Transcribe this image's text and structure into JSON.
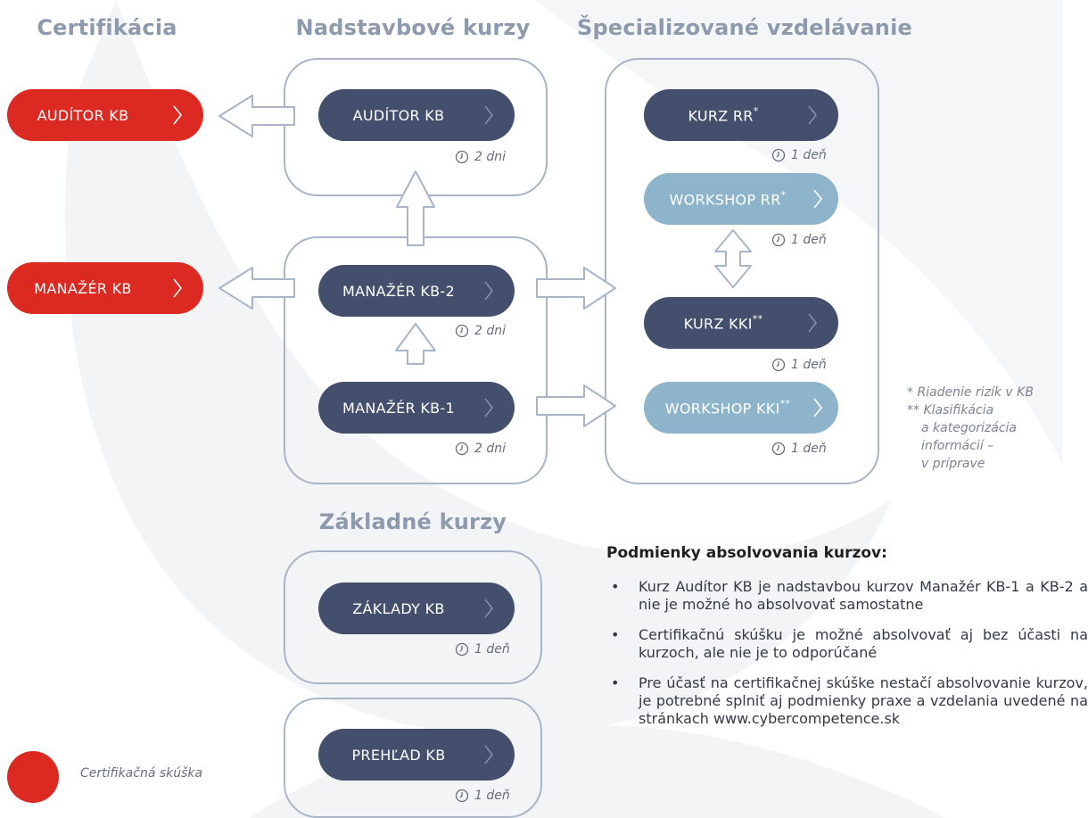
{
  "colors": {
    "title": "#8d99ad",
    "box_border": "#a9b5c7",
    "pill_dark": "#444f6e",
    "pill_light": "#8eb4cb",
    "pill_red": "#dc2a22",
    "arrow_outline": "#a9b5c7"
  },
  "columns": {
    "certifikacia": "Certifikácia",
    "nadstavbove": "Nadstavbové kurzy",
    "specializovane": "Špecializované vzdelávanie",
    "zakladne": "Základné kurzy"
  },
  "certification": {
    "auditor": "AUDÍTOR KB",
    "manazer": "MANAŽÉR KB"
  },
  "advanced_courses": {
    "auditor": {
      "label": "AUDÍTOR KB",
      "duration": "2 dni"
    },
    "manazer2": {
      "label": "MANAŽÉR KB-2",
      "duration": "2 dni"
    },
    "manazer1": {
      "label": "MANAŽÉR KB-1",
      "duration": "2 dni"
    }
  },
  "specialized": {
    "kurz_rr": {
      "label": "KURZ RR",
      "mark": "*",
      "duration": "1 deň"
    },
    "workshop_rr": {
      "label": "WORKSHOP RR",
      "mark": "*",
      "duration": "1 deň"
    },
    "kurz_kki": {
      "label": "KURZ KKI",
      "mark": "**",
      "duration": "1 deň"
    },
    "workshop_kki": {
      "label": "WORKSHOP KKI",
      "mark": "**",
      "duration": "1 deň"
    }
  },
  "basic_courses": {
    "zaklady": {
      "label": "ZÁKLADY KB",
      "duration": "1 deň"
    },
    "prehlad": {
      "label": "PREHĽAD KB",
      "duration": "1 deň"
    }
  },
  "footnotes": {
    "note1": "* Riadenie rizík v KB",
    "note2_line1": "** Klasifikácia",
    "note2_line2": "a kategorizácia",
    "note2_line3": "informácií –",
    "note2_line4": "v príprave"
  },
  "conditions": {
    "title": "Podmienky absolvovania kurzov:",
    "items": [
      "Kurz Audítor KB je nadstavbou kurzov Manažér KB-1 a KB-2 a nie je možné ho absolvovať samostatne",
      "Certifikačnú skúšku je možné absolvovať aj bez účasti na kurzoch, ale nie je to odporúčané",
      "Pre účasť na certifikačnej skúške nestačí absolvovanie kurzov, je potrebné splniť aj podmienky praxe a vzdelania uvedené na stránkach www.cybercompetence.sk"
    ]
  },
  "legend": {
    "label": "Certifikačná skúška"
  }
}
